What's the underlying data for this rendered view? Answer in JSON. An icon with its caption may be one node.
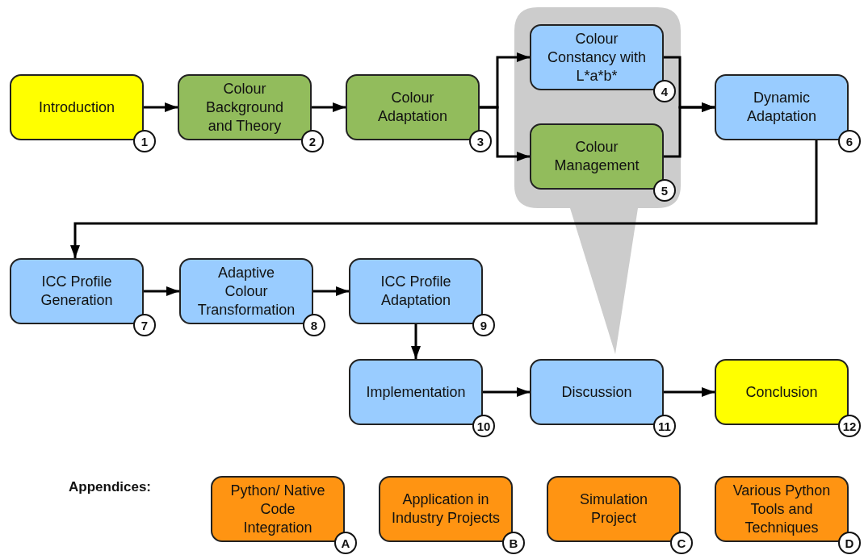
{
  "diagram": {
    "nodes": [
      {
        "text": [
          "Introduction"
        ],
        "beside": [
          "1"
        ]
      },
      {
        "text": [
          "Colour Background and Theory"
        ],
        "beside": [
          "2"
        ]
      },
      {
        "text": [
          "Colour Adaptation"
        ],
        "beside": [
          "3"
        ]
      },
      {
        "text": [],
        "shape": "callout"
      },
      {
        "text": [
          "Colour Constancy with L*a*b*"
        ],
        "beside": [
          "4"
        ],
        "in": 3
      },
      {
        "text": [
          "Colour Management"
        ],
        "beside": [
          "5"
        ],
        "in": 3
      },
      {
        "text": [
          "Dynamic Adaptation"
        ],
        "beside": [
          "6"
        ]
      },
      {
        "text": [
          "ICC Profile Generation"
        ],
        "beside": [
          "7"
        ]
      },
      {
        "text": [
          "Adaptive Colour Transformation"
        ],
        "beside": [
          "8"
        ]
      },
      {
        "text": [
          "ICC Profile Adaptation"
        ],
        "beside": [
          "9"
        ]
      },
      {
        "text": [
          "Implementation"
        ],
        "beside": [
          "10"
        ]
      },
      {
        "text": [
          "Discussion"
        ],
        "beside": [
          "11"
        ]
      },
      {
        "text": [
          "Conclusion"
        ],
        "beside": [
          "12"
        ]
      },
      {
        "text": [
          "Python/ Native Code Integration"
        ],
        "beside": [
          "A"
        ]
      },
      {
        "text": [
          "Application in Industry Projects"
        ],
        "beside": [
          "B"
        ]
      },
      {
        "text": [
          "Simulation Project"
        ],
        "beside": [
          "C"
        ]
      },
      {
        "text": [
          "Various Python Tools and Techniques"
        ],
        "beside": [
          "D"
        ]
      }
    ],
    "edges": [
      {
        "from": 0,
        "to": 1,
        "arrow": "to"
      },
      {
        "from": 1,
        "to": 2,
        "arrow": "to"
      },
      {
        "from": 2,
        "to": 4,
        "arrow": "to"
      },
      {
        "from": 2,
        "to": 5,
        "arrow": "to"
      },
      {
        "from": 4,
        "to": 6,
        "arrow": "to"
      },
      {
        "from": 5,
        "to": 6,
        "arrow": "to"
      },
      {
        "from": 6,
        "to": 7,
        "arrow": "to"
      },
      {
        "from": 7,
        "to": 8,
        "arrow": "to"
      },
      {
        "from": 8,
        "to": 9,
        "arrow": "to"
      },
      {
        "from": 9,
        "to": 10,
        "arrow": "to"
      },
      {
        "from": 10,
        "to": 11,
        "arrow": "to"
      },
      {
        "from": 11,
        "to": 12,
        "arrow": "to"
      }
    ],
    "labels": [
      "Appendices:"
    ]
  }
}
